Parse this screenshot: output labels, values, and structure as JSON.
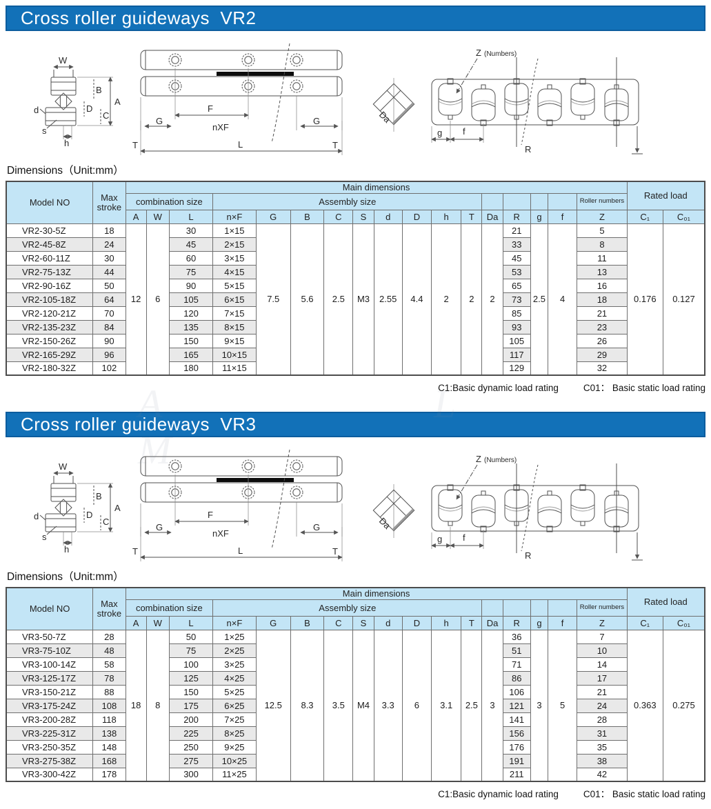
{
  "accent_color": "#1271b8",
  "header_bg": "#c3e5f6",
  "stripe_bg": "#e9e9e9",
  "watermark": "A L M",
  "dimensions_label": "Dimensions（Unit:mm）",
  "footnote": {
    "c1": "C1:Basic dynamic load rating",
    "c01": "C01： Basic static load rating"
  },
  "drawing_labels": {
    "W": "W",
    "B": "B",
    "A": "A",
    "D": "D",
    "C": "C",
    "d": "d",
    "s": "s",
    "h": "h",
    "F": "F",
    "G": "G",
    "nXF": "nXF",
    "T": "T",
    "L": "L",
    "Z": "Z",
    "Z_note": "(Numbers)",
    "Da": "Da",
    "g": "g",
    "f": "f",
    "R": "R"
  },
  "table_header": {
    "model_no": "Model NO",
    "max_stroke": "Max stroke",
    "main_dimensions": "Main dimensions",
    "combination_size": "combination size",
    "assembly_size": "Assembly size",
    "roller_numbers": "Roller numbers",
    "rated_load": "Rated load",
    "columns": [
      "A",
      "W",
      "L",
      "n×F",
      "G",
      "B",
      "C",
      "S",
      "d",
      "D",
      "h",
      "T",
      "Da",
      "R",
      "g",
      "f",
      "Z",
      "C₁",
      "C₀₁"
    ]
  },
  "sections": [
    {
      "title": "Cross roller guideways  VR2",
      "shared": {
        "A": "12",
        "W": "6",
        "G": "7.5",
        "B": "5.6",
        "C": "2.5",
        "S": "M3",
        "d": "2.55",
        "D": "4.4",
        "h": "2",
        "T": "2",
        "Da": "2",
        "g": "2.5",
        "f": "4",
        "C1": "0.176",
        "C01": "0.127"
      },
      "rows": [
        {
          "model": "VR2-30-5Z",
          "stroke": "18",
          "L": "30",
          "nF": "1×15",
          "R": "21",
          "Z": "5"
        },
        {
          "model": "VR2-45-8Z",
          "stroke": "24",
          "L": "45",
          "nF": "2×15",
          "R": "33",
          "Z": "8"
        },
        {
          "model": "VR2-60-11Z",
          "stroke": "30",
          "L": "60",
          "nF": "3×15",
          "R": "45",
          "Z": "11"
        },
        {
          "model": "VR2-75-13Z",
          "stroke": "44",
          "L": "75",
          "nF": "4×15",
          "R": "53",
          "Z": "13"
        },
        {
          "model": "VR2-90-16Z",
          "stroke": "50",
          "L": "90",
          "nF": "5×15",
          "R": "65",
          "Z": "16"
        },
        {
          "model": "VR2-105-18Z",
          "stroke": "64",
          "L": "105",
          "nF": "6×15",
          "R": "73",
          "Z": "18"
        },
        {
          "model": "VR2-120-21Z",
          "stroke": "70",
          "L": "120",
          "nF": "7×15",
          "R": "85",
          "Z": "21"
        },
        {
          "model": "VR2-135-23Z",
          "stroke": "84",
          "L": "135",
          "nF": "8×15",
          "R": "93",
          "Z": "23"
        },
        {
          "model": "VR2-150-26Z",
          "stroke": "90",
          "L": "150",
          "nF": "9×15",
          "R": "105",
          "Z": "26"
        },
        {
          "model": "VR2-165-29Z",
          "stroke": "96",
          "L": "165",
          "nF": "10×15",
          "R": "117",
          "Z": "29"
        },
        {
          "model": "VR2-180-32Z",
          "stroke": "102",
          "L": "180",
          "nF": "11×15",
          "R": "129",
          "Z": "32"
        }
      ]
    },
    {
      "title": "Cross roller guideways  VR3",
      "shared": {
        "A": "18",
        "W": "8",
        "G": "12.5",
        "B": "8.3",
        "C": "3.5",
        "S": "M4",
        "d": "3.3",
        "D": "6",
        "h": "3.1",
        "T": "2.5",
        "Da": "3",
        "g": "3",
        "f": "5",
        "C1": "0.363",
        "C01": "0.275"
      },
      "rows": [
        {
          "model": "VR3-50-7Z",
          "stroke": "28",
          "L": "50",
          "nF": "1×25",
          "R": "36",
          "Z": "7"
        },
        {
          "model": "VR3-75-10Z",
          "stroke": "48",
          "L": "75",
          "nF": "2×25",
          "R": "51",
          "Z": "10"
        },
        {
          "model": "VR3-100-14Z",
          "stroke": "58",
          "L": "100",
          "nF": "3×25",
          "R": "71",
          "Z": "14"
        },
        {
          "model": "VR3-125-17Z",
          "stroke": "78",
          "L": "125",
          "nF": "4×25",
          "R": "86",
          "Z": "17"
        },
        {
          "model": "VR3-150-21Z",
          "stroke": "88",
          "L": "150",
          "nF": "5×25",
          "R": "106",
          "Z": "21"
        },
        {
          "model": "VR3-175-24Z",
          "stroke": "108",
          "L": "175",
          "nF": "6×25",
          "R": "121",
          "Z": "24"
        },
        {
          "model": "VR3-200-28Z",
          "stroke": "118",
          "L": "200",
          "nF": "7×25",
          "R": "141",
          "Z": "28"
        },
        {
          "model": "VR3-225-31Z",
          "stroke": "138",
          "L": "225",
          "nF": "8×25",
          "R": "156",
          "Z": "31"
        },
        {
          "model": "VR3-250-35Z",
          "stroke": "148",
          "L": "250",
          "nF": "9×25",
          "R": "176",
          "Z": "35"
        },
        {
          "model": "VR3-275-38Z",
          "stroke": "168",
          "L": "275",
          "nF": "10×25",
          "R": "191",
          "Z": "38"
        },
        {
          "model": "VR3-300-42Z",
          "stroke": "178",
          "L": "300",
          "nF": "11×25",
          "R": "211",
          "Z": "42"
        }
      ]
    }
  ]
}
